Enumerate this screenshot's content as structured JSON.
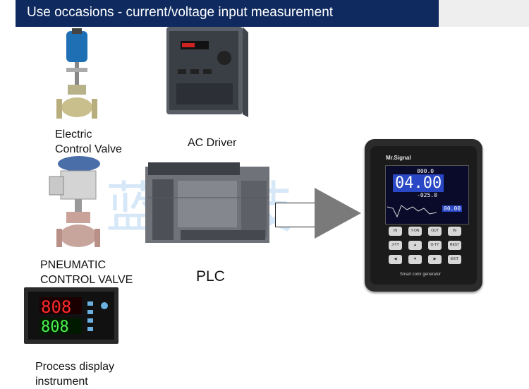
{
  "header": {
    "title": "Use occasions - current/voltage input measurement"
  },
  "watermark": "蓝  科技",
  "labels": {
    "electric_valve": [
      "Electric",
      "Control Valve"
    ],
    "ac_driver": "AC Driver",
    "pneumatic_valve": [
      "PNEUMATIC",
      "CONTROL VALVE"
    ],
    "plc": "PLC",
    "process_display": [
      "Process display",
      "instrument"
    ]
  },
  "generator": {
    "brand": "Mr.Signal",
    "main_value": "04.00",
    "top_value": "000.0",
    "mid_value": "-025.0",
    "small_value": "00.00",
    "keys": [
      "IN",
      "T-ON",
      "OUT",
      "IN",
      "J-TY",
      "▲",
      "O-TY",
      "REST",
      "◀",
      "▼",
      "▶",
      "EXIT"
    ],
    "footer": "Smart color generator"
  },
  "colors": {
    "banner": "#0f2a5f",
    "arrow": "#7a7a7a"
  }
}
